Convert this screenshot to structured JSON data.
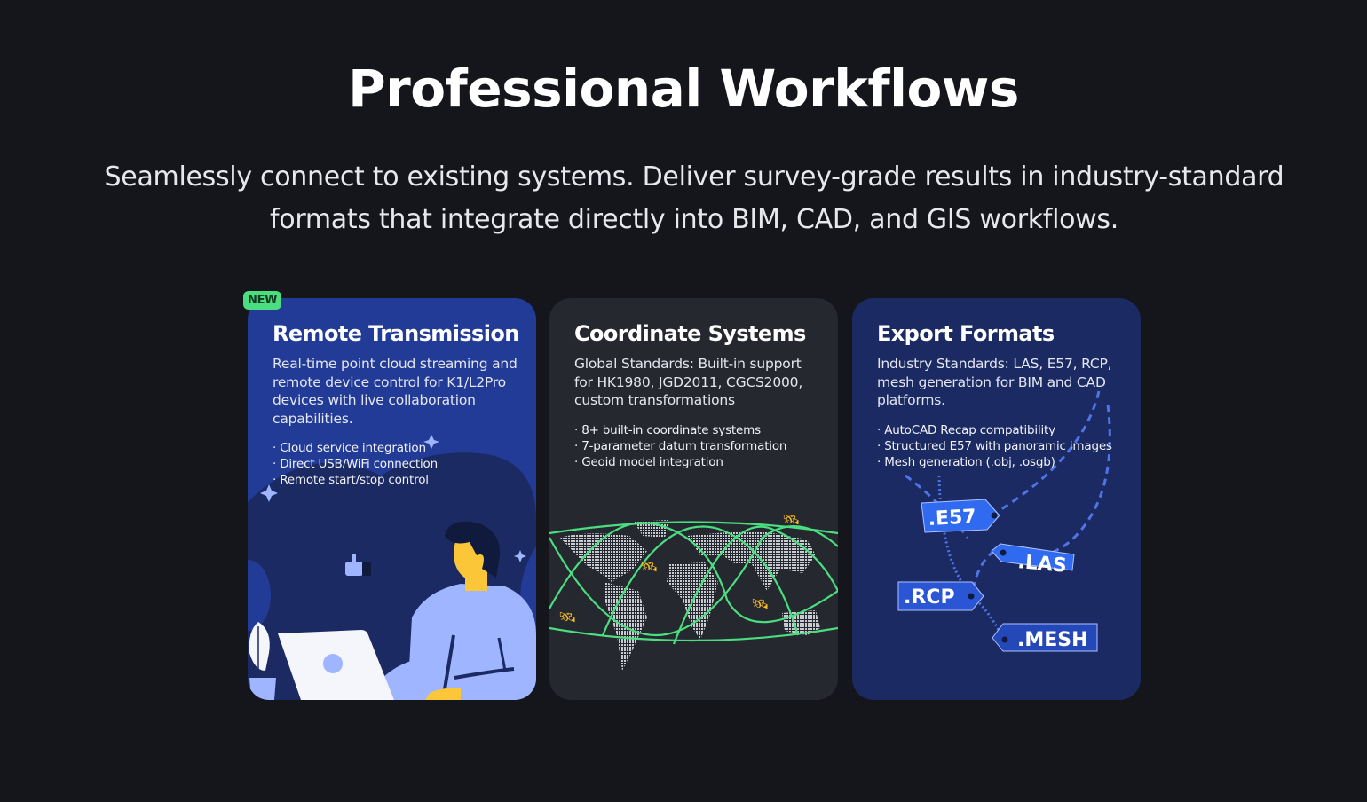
{
  "header": {
    "title": "Professional Workflows",
    "subtitle": "Seamlessly connect to existing systems. Deliver survey-grade results in industry-standard formats that integrate directly into BIM, CAD, and GIS workflows."
  },
  "cards": [
    {
      "badge": "NEW",
      "title": "Remote Transmission",
      "description": "Real-time point cloud streaming and remote device control for K1/L2Pro devices with live collaboration capabilities.",
      "features": [
        "Cloud service integration",
        "Direct USB/WiFi connection",
        "Remote start/stop control"
      ],
      "illustration": "person-with-laptop"
    },
    {
      "title": "Coordinate Systems",
      "description": "Global Standards: Built-in support for HK1980, JGD2011, CGCS2000, custom transformations",
      "features": [
        "8+ built-in coordinate systems",
        "7-parameter datum transformation",
        "Geoid model integration"
      ],
      "illustration": "world-map-satellites"
    },
    {
      "title": "Export Formats",
      "description": "Industry Standards: LAS, E57, RCP, mesh generation for BIM and CAD platforms.",
      "features": [
        "AutoCAD Recap compatibility",
        "Structured E57 with panoramic images",
        "Mesh generation (.obj, .osgb)"
      ],
      "tags": [
        ".E57",
        ".LAS",
        ".RCP",
        ".MESH"
      ]
    }
  ],
  "colors": {
    "background": "#15161b",
    "card1": "#223b96",
    "card2": "#262830",
    "card3": "#1b2a62",
    "badge": "#4ade80",
    "orbit": "#4ade80",
    "satellite": "#fbbf24",
    "tag": "#2f5fe0"
  }
}
